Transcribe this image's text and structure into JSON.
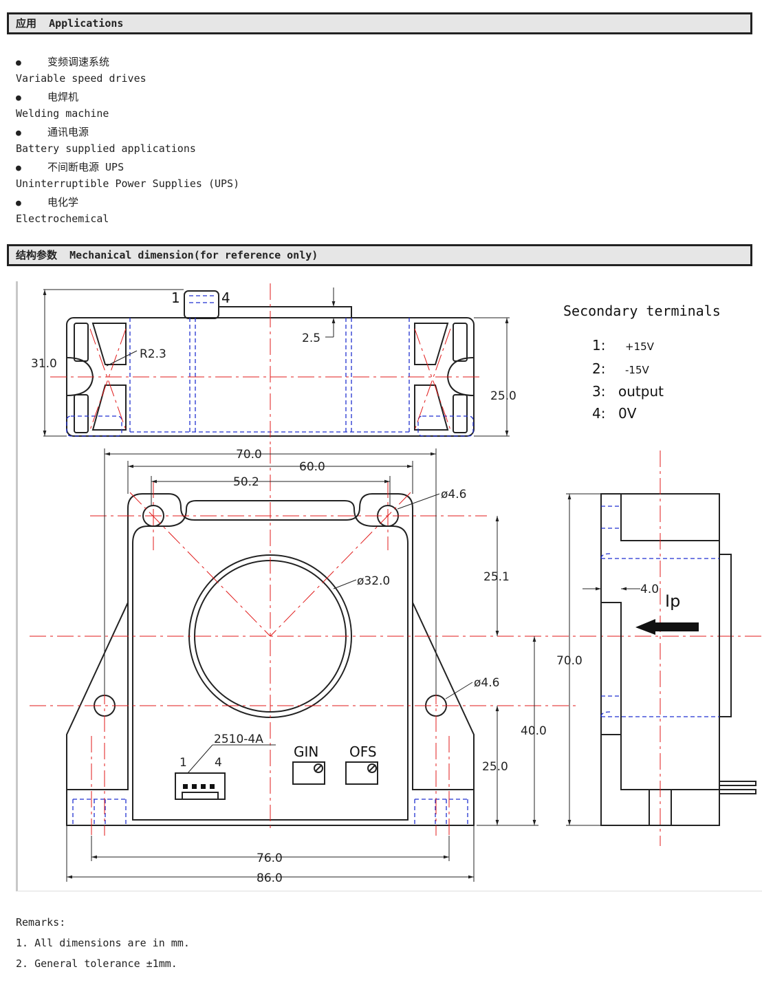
{
  "applications_header": {
    "cn": "应用",
    "en": "Applications"
  },
  "applications": [
    {
      "cn": "变频调速系统",
      "en": "Variable speed drives"
    },
    {
      "cn": "电焊机",
      "en": "Welding machine"
    },
    {
      "cn": "通讯电源",
      "en": "Battery supplied applications"
    },
    {
      "cn": "不间断电源 UPS",
      "en": "Uninterruptible Power Supplies (UPS)"
    },
    {
      "cn": "电化学",
      "en": "Electrochemical"
    }
  ],
  "bullet": "●",
  "mechanical_header": {
    "cn": "结构参数",
    "en": "Mechanical dimension(for reference only)"
  },
  "drawing": {
    "pin_labels": [
      "1",
      "4"
    ],
    "dim_top_height": "31.0",
    "dim_radius": "R2.3",
    "dim_pin_height": "2.5",
    "dim_body_height": "25.0",
    "dim_w70": "70.0",
    "dim_w60": "60.0",
    "dim_w50": "50.2",
    "dim_hole_upper": "ø4.6",
    "dim_hole_lower": "ø4.6",
    "dim_aperture": "ø32.0",
    "dim_v25_1": "25.1",
    "dim_v40": "40.0",
    "dim_v25_0": "25.0",
    "dim_w76": "76.0",
    "dim_w86": "86.0",
    "dim_side_h": "70.0",
    "dim_side_4": "4.0",
    "connector_label": "2510-4A",
    "connector_pins": [
      "1",
      "4"
    ],
    "gin": "GIN",
    "ofs": "OFS",
    "ip": "Ip",
    "secondary_title": "Secondary terminals",
    "terminals": [
      {
        "num": "1:",
        "val": "+15V"
      },
      {
        "num": "2:",
        "val": "-15V"
      },
      {
        "num": "3:",
        "val": "output"
      },
      {
        "num": "4:",
        "val": "0V"
      }
    ]
  },
  "remarks": {
    "title": "Remarks:",
    "items": [
      "1. All dimensions are in mm.",
      "2. General tolerance ±1mm."
    ]
  }
}
